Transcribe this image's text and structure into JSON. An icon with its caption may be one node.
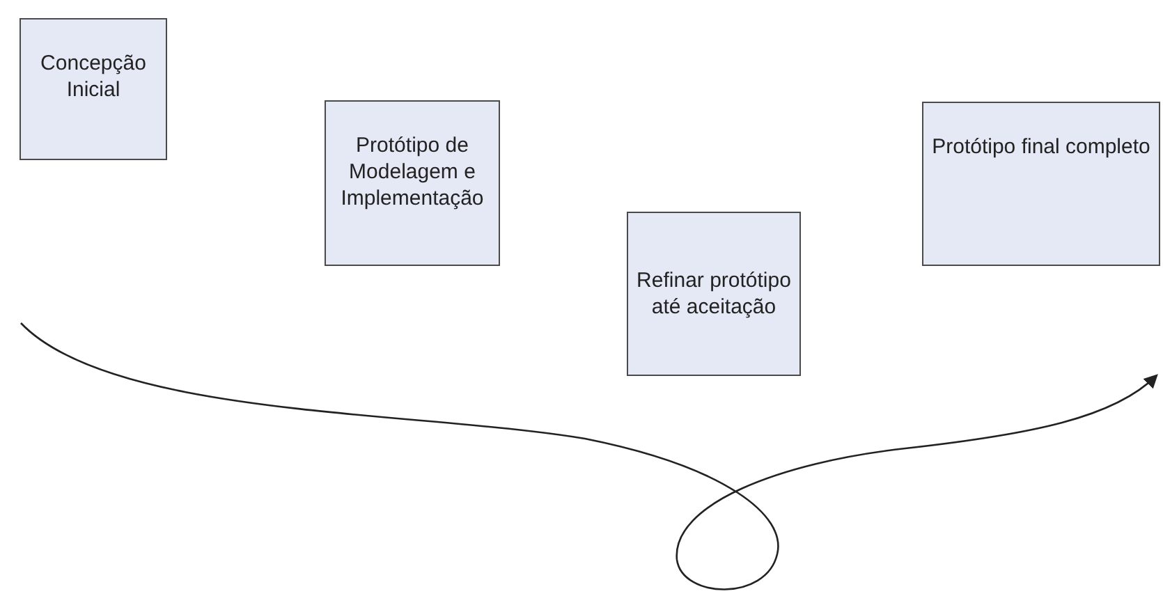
{
  "diagram": {
    "nodes": [
      {
        "text": [
          "Concepção Inicial"
        ]
      },
      {
        "text": [
          "Protótipo de Modelagem e Implementação"
        ]
      },
      {
        "text": [
          "Refinar protótipo até aceitação"
        ]
      },
      {
        "text": [
          "Protótipo final completo"
        ]
      }
    ]
  }
}
